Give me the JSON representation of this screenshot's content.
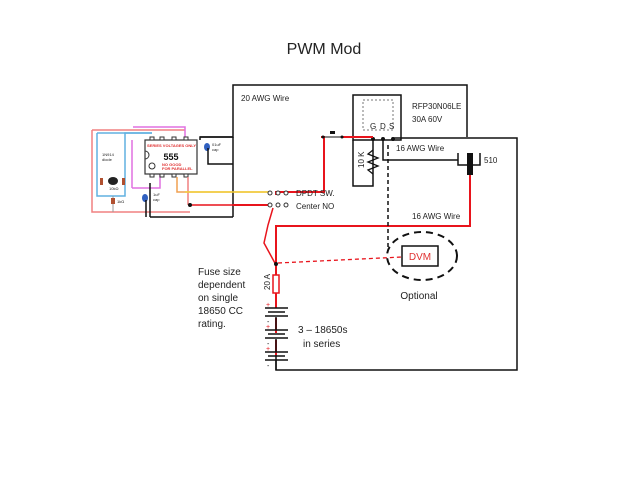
{
  "title": "PWM Mod",
  "colors": {
    "wire_black": "#111111",
    "wire_red": "#e8141c",
    "wire_yellow": "#f2d13a",
    "wire_pink": "#f08080",
    "wire_orange": "#f0a050",
    "wire_magenta": "#e070e0",
    "wire_blue": "#60b0e0",
    "dvm_text": "#e03030"
  },
  "labels": {
    "awg20": "20 AWG Wire",
    "awg16_top": "16 AWG Wire",
    "awg16_bottom": "16 AWG Wire",
    "mosfet_part": "RFP30N06LE",
    "mosfet_rating": "30A 60V",
    "pin_g": "G",
    "pin_d": "D",
    "pin_s": "S",
    "resistor_10k": "10 K",
    "diode_510": "510",
    "switch_line1": "DPDT SW.",
    "switch_line2": "Center  NO",
    "dvm": "DVM",
    "optional": "Optional",
    "fuse_rating": "20 A",
    "fuse_note": [
      "Fuse size",
      "dependent",
      "on single",
      "18650 CC",
      "rating."
    ],
    "battery_line1": "3 – 18650s",
    "battery_line2": "in series",
    "plus": "+",
    "minus": "-"
  },
  "pwm_board": {
    "chip": "555",
    "warning_top": "SERIES VOLTAGES ONLY",
    "warning_bottom1": "NO GOOD",
    "warning_bottom2": "FOR PARALLEL",
    "diode_label1": "1N914",
    "diode_label2": "diode",
    "pot_label": "10kΩ",
    "resistor_label": "1kΩ",
    "cap1_label1": "01uF",
    "cap1_label2": "cap",
    "cap2_label1": "1uF",
    "cap2_label2": "cap"
  }
}
